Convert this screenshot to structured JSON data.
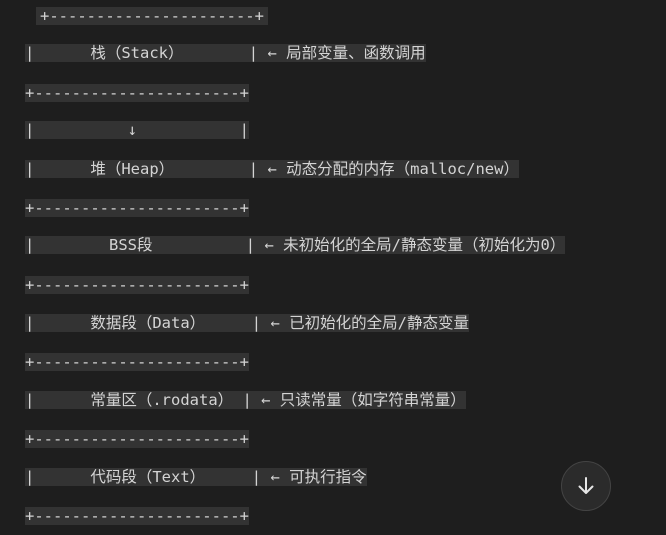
{
  "code_block": {
    "lines": [
      "+----------------------+",
      "|      栈（Stack）       | ← 局部变量、函数调用",
      "+----------------------+",
      "|          ↓           |",
      "|      堆（Heap）        | ← 动态分配的内存（malloc/new）",
      "+----------------------+",
      "|        BSS段          | ← 未初始化的全局/静态变量（初始化为0）",
      "+----------------------+",
      "|      数据段（Data）     | ← 已初始化的全局/静态变量",
      "+----------------------+",
      "|      常量区（.rodata） | ← 只读常量（如字符串常量）",
      "+----------------------+",
      "|      代码段（Text）     | ← 可执行指令",
      "+----------------------+"
    ]
  },
  "scroll_button": {
    "icon": "arrow-down-icon"
  }
}
